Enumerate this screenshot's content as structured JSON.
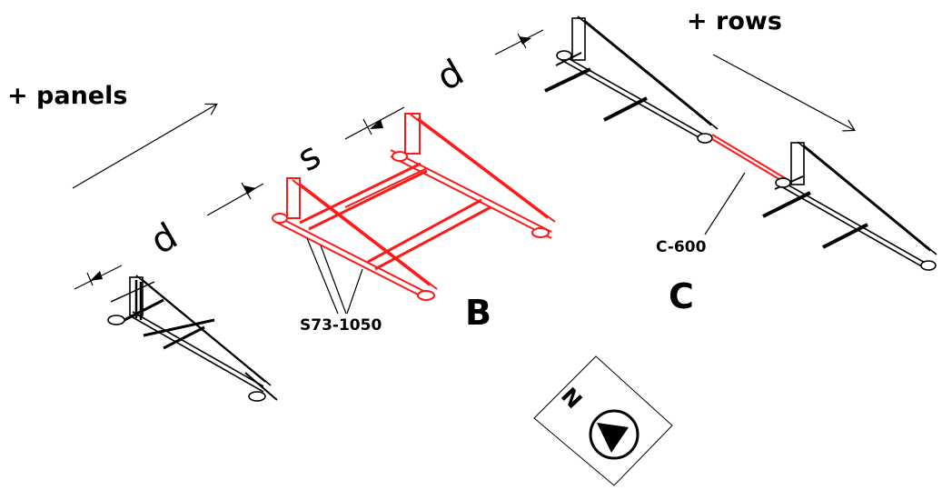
{
  "labels": {
    "panels": "+ panels",
    "rows": "+ rows",
    "d_left": "d",
    "s": "s",
    "d_right": "d",
    "part_s73": "S73-1050",
    "part_c600": "C-600",
    "letter_b": "B",
    "letter_c": "C",
    "compass_n": "N"
  },
  "colors": {
    "frame": "#000000",
    "highlight": "#ff1a1a",
    "background": "#ffffff"
  },
  "icons": {
    "compass": "north-compass-icon"
  }
}
